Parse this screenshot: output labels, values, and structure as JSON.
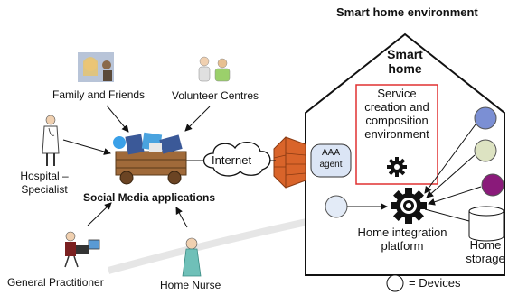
{
  "title": "Smart home environment",
  "house": {
    "title_line1": "Smart",
    "title_line2": "home"
  },
  "service_box": {
    "line1": "Service",
    "line2": "creation and",
    "line3": "composition",
    "line4": "environment"
  },
  "integration": {
    "line1": "Home integration",
    "line2": "platform"
  },
  "storage": {
    "line1": "Home",
    "line2": "storage"
  },
  "aaa": {
    "line1": "AAA",
    "line2": "agent"
  },
  "internet": "Internet",
  "social_media": "Social Media applications",
  "actors": {
    "family": "Family and Friends",
    "volunteer": "Volunteer Centres",
    "hospital_line1": "Hospital –",
    "hospital_line2": "Specialist",
    "gp": "General Practitioner",
    "nurse": "Home Nurse"
  },
  "legend": "= Devices",
  "colors": {
    "service_border": "#e03030",
    "device_blue": "#7b8fd4",
    "device_light_green": "#dde3c2",
    "device_purple": "#8a1a7a",
    "device_light_blue": "#e3ebf7",
    "firewall": "#d9642a",
    "aaa_fill": "#dbe5f5"
  }
}
